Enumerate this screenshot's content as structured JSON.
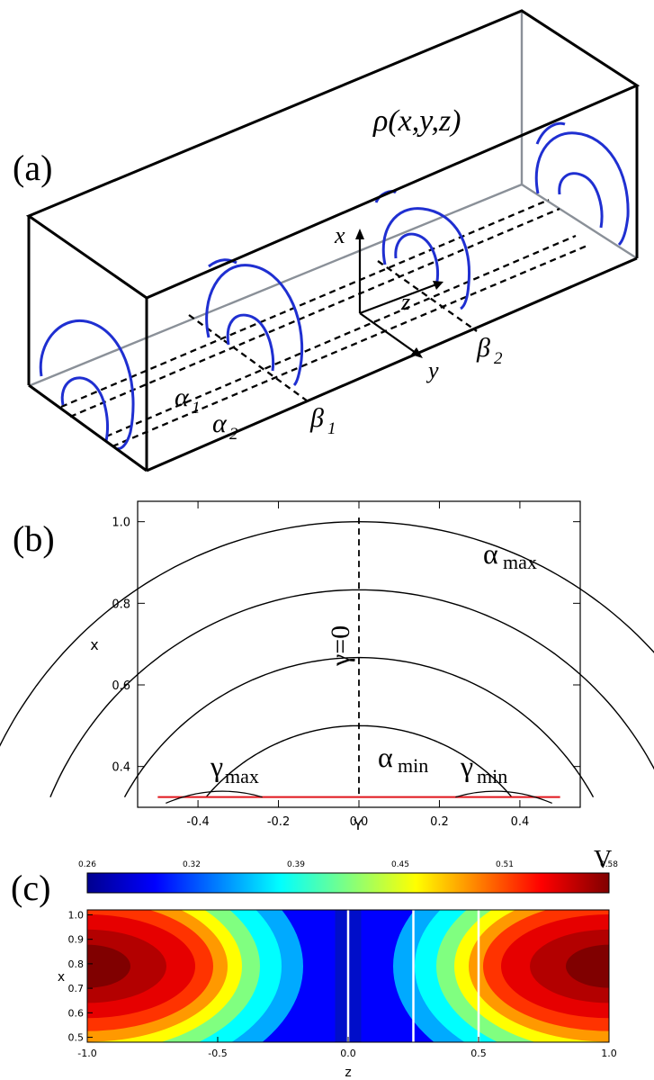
{
  "panel_a": {
    "label": "(a)",
    "density_label": "ρ(x,y,z)",
    "axis_x": "x",
    "axis_y": "y",
    "axis_z": "z",
    "alpha1": "α",
    "alpha1_sub": "1",
    "alpha2": "α",
    "alpha2_sub": "2",
    "beta1": "β",
    "beta1_sub": "1",
    "beta2": "β",
    "beta2_sub": "2",
    "colors": {
      "rings": "#1f2fd1",
      "box": "#000000",
      "box_back": "#8a9098"
    }
  },
  "panel_b": {
    "label": "(b)",
    "xlabel": "Y",
    "ylabel": "x",
    "alpha_max": "α",
    "alpha_max_sub": "max",
    "alpha_min": "α",
    "alpha_min_sub": "min",
    "gamma_max": "γ",
    "gamma_max_sub": "max",
    "gamma_min": "γ",
    "gamma_min_sub": "min",
    "gamma0": "γ=0",
    "colors": {
      "baseline": "#e0141b"
    }
  },
  "panel_c": {
    "label": "(c)",
    "colorbar_label": "V",
    "colorbar_ticks": [
      "0.26",
      "0.32",
      "0.39",
      "0.45",
      "0.51",
      "0.58"
    ],
    "xlabel": "z",
    "ylabel": "x"
  },
  "chart_data": [
    {
      "type": "line",
      "xlabel": "Y",
      "ylabel": "x",
      "xlim": [
        -0.55,
        0.55
      ],
      "ylim": [
        0.3,
        1.05
      ],
      "x_ticks": [
        "-0.4",
        "-0.2",
        "0.0",
        "0.2",
        "0.4"
      ],
      "y_ticks": [
        "0.4",
        "0.6",
        "0.8",
        "1.0"
      ],
      "arcs": [
        {
          "radius": 0.5,
          "center_y": 0.0,
          "center_x": 0.0
        },
        {
          "radius": 0.667,
          "center_y": 0.0,
          "center_x": 0.0
        },
        {
          "radius": 0.833,
          "center_y": 0.0,
          "center_x": 0.0
        },
        {
          "radius": 1.0,
          "center_y": 0.0,
          "center_x": 0.0
        }
      ],
      "baseline_x": 0.325,
      "gamma0_line": 0.0
    },
    {
      "type": "heatmap",
      "xlabel": "z",
      "ylabel": "x",
      "xlim": [
        -1.0,
        1.0
      ],
      "ylim": [
        0.48,
        1.02
      ],
      "x_ticks": [
        "-1.0",
        "-0.5",
        "0.0",
        "0.5",
        "1.0"
      ],
      "y_ticks": [
        "0.5",
        "0.6",
        "0.7",
        "0.8",
        "0.9",
        "1.0"
      ],
      "value_range": [
        0.26,
        0.58
      ],
      "white_lines_z": [
        0.0,
        0.25,
        0.5
      ]
    }
  ]
}
